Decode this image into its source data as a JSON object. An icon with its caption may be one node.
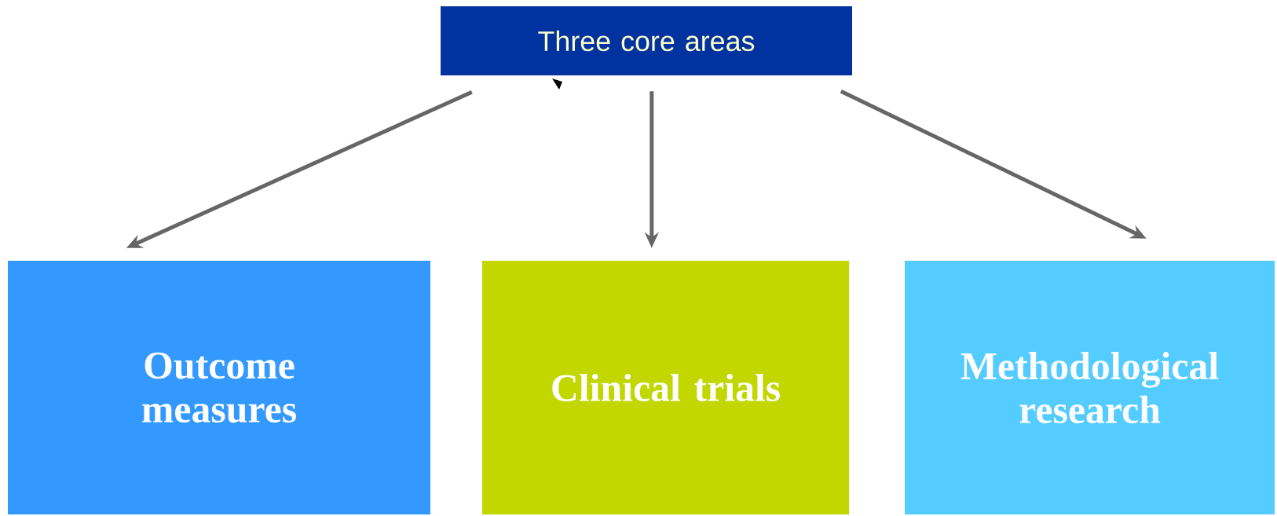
{
  "diagram": {
    "nodes": [
      {
        "text": [
          "Three core areas"
        ]
      },
      {
        "text": [
          "Outcome measures"
        ]
      },
      {
        "text": [
          "Clinical trials"
        ]
      },
      {
        "text": [
          "Methodological research"
        ]
      }
    ],
    "edges": [
      {
        "from": 0,
        "to": 1,
        "arrow": "to"
      },
      {
        "from": 0,
        "to": 2,
        "arrow": "to"
      },
      {
        "from": 0,
        "to": 3,
        "arrow": "to"
      }
    ]
  }
}
